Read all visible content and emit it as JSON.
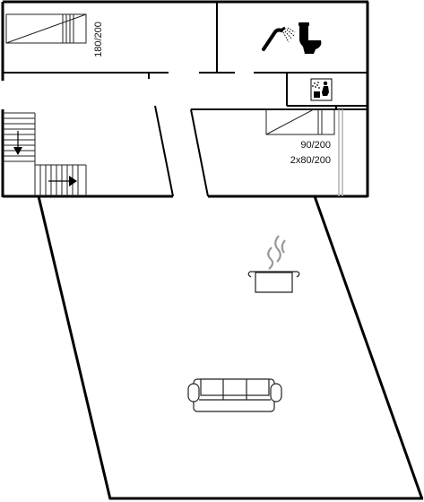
{
  "floorplan": {
    "bed_double_label": "180/200",
    "bed_single_label": "90/200",
    "bunk_bed_label": "2x80/200"
  },
  "colors": {
    "wall": "#000000",
    "line": "#222222",
    "background": "#ffffff",
    "partition_grey": "#b0b0b0"
  },
  "icons": [
    "shower-icon",
    "toilet-icon",
    "sauna-icon",
    "cooking-pot-icon",
    "sofa-icon",
    "stairs-down-arrow-icon",
    "stairs-right-arrow-icon"
  ]
}
